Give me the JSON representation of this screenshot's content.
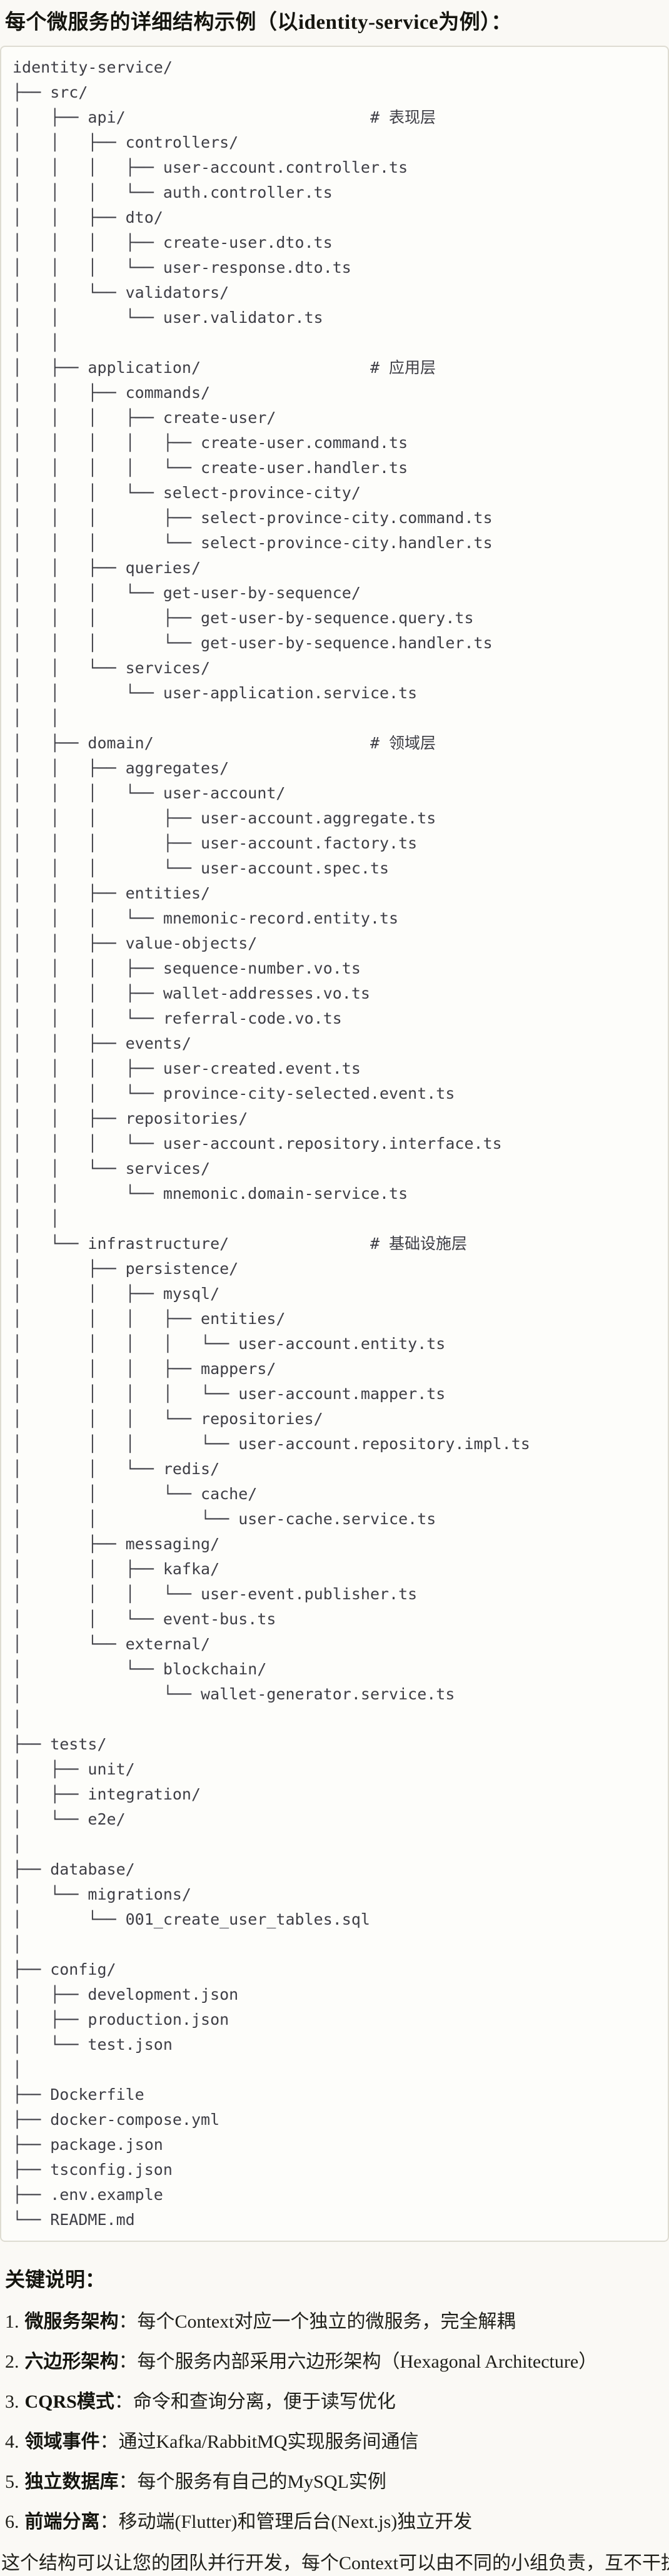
{
  "page": {
    "title": "每个微服务的详细结构示例（以identity-service为例）：",
    "notes_heading": "关键说明：",
    "closing": "这个结构可以让您的团队并行开发，每个Context可以由不同的小组负责，互不干扰。"
  },
  "tree": {
    "language": "plaintext-tree",
    "root": "identity-service/",
    "layer_comments": [
      "# 表现层",
      "# 应用层",
      "# 领域层",
      "# 基础设施层"
    ],
    "lines": [
      "identity-service/",
      "├── src/",
      "│   ├── api/                          # 表现层",
      "│   │   ├── controllers/",
      "│   │   │   ├── user-account.controller.ts",
      "│   │   │   └── auth.controller.ts",
      "│   │   ├── dto/",
      "│   │   │   ├── create-user.dto.ts",
      "│   │   │   └── user-response.dto.ts",
      "│   │   └── validators/",
      "│   │       └── user.validator.ts",
      "│   │",
      "│   ├── application/                  # 应用层",
      "│   │   ├── commands/",
      "│   │   │   ├── create-user/",
      "│   │   │   │   ├── create-user.command.ts",
      "│   │   │   │   └── create-user.handler.ts",
      "│   │   │   └── select-province-city/",
      "│   │   │       ├── select-province-city.command.ts",
      "│   │   │       └── select-province-city.handler.ts",
      "│   │   ├── queries/",
      "│   │   │   └── get-user-by-sequence/",
      "│   │   │       ├── get-user-by-sequence.query.ts",
      "│   │   │       └── get-user-by-sequence.handler.ts",
      "│   │   └── services/",
      "│   │       └── user-application.service.ts",
      "│   │",
      "│   ├── domain/                       # 领域层",
      "│   │   ├── aggregates/",
      "│   │   │   └── user-account/",
      "│   │   │       ├── user-account.aggregate.ts",
      "│   │   │       ├── user-account.factory.ts",
      "│   │   │       └── user-account.spec.ts",
      "│   │   ├── entities/",
      "│   │   │   └── mnemonic-record.entity.ts",
      "│   │   ├── value-objects/",
      "│   │   │   ├── sequence-number.vo.ts",
      "│   │   │   ├── wallet-addresses.vo.ts",
      "│   │   │   └── referral-code.vo.ts",
      "│   │   ├── events/",
      "│   │   │   ├── user-created.event.ts",
      "│   │   │   └── province-city-selected.event.ts",
      "│   │   ├── repositories/",
      "│   │   │   └── user-account.repository.interface.ts",
      "│   │   └── services/",
      "│   │       └── mnemonic.domain-service.ts",
      "│   │",
      "│   └── infrastructure/               # 基础设施层",
      "│       ├── persistence/",
      "│       │   ├── mysql/",
      "│       │   │   ├── entities/",
      "│       │   │   │   └── user-account.entity.ts",
      "│       │   │   ├── mappers/",
      "│       │   │   │   └── user-account.mapper.ts",
      "│       │   │   └── repositories/",
      "│       │   │       └── user-account.repository.impl.ts",
      "│       │   └── redis/",
      "│       │       └── cache/",
      "│       │           └── user-cache.service.ts",
      "│       ├── messaging/",
      "│       │   ├── kafka/",
      "│       │   │   └── user-event.publisher.ts",
      "│       │   └── event-bus.ts",
      "│       └── external/",
      "│           └── blockchain/",
      "│               └── wallet-generator.service.ts",
      "│",
      "├── tests/",
      "│   ├── unit/",
      "│   ├── integration/",
      "│   └── e2e/",
      "│",
      "├── database/",
      "│   └── migrations/",
      "│       └── 001_create_user_tables.sql",
      "│",
      "├── config/",
      "│   ├── development.json",
      "│   ├── production.json",
      "│   └── test.json",
      "│",
      "├── Dockerfile",
      "├── docker-compose.yml",
      "├── package.json",
      "├── tsconfig.json",
      "├── .env.example",
      "└── README.md"
    ]
  },
  "notes": {
    "items": [
      {
        "num": "1.",
        "term": "微服务架构",
        "text": "：每个Context对应一个独立的微服务，完全解耦"
      },
      {
        "num": "2.",
        "term": "六边形架构",
        "text": "：每个服务内部采用六边形架构（Hexagonal Architecture）"
      },
      {
        "num": "3.",
        "term": "CQRS模式",
        "text": "：命令和查询分离，便于读写优化"
      },
      {
        "num": "4.",
        "term": "领域事件",
        "text": "：通过Kafka/RabbitMQ实现服务间通信"
      },
      {
        "num": "5.",
        "term": "独立数据库",
        "text": "：每个服务有自己的MySQL实例"
      },
      {
        "num": "6.",
        "term": "前端分离",
        "text": "：移动端(Flutter)和管理后台(Next.js)独立开发"
      }
    ]
  },
  "colors": {
    "page_background": "#faf9f5",
    "code_background": "#fdfdfa",
    "code_border": "#dedcd2",
    "tree_text": "#3e3e45",
    "heading_text": "#15150f",
    "body_text": "#20201a"
  }
}
